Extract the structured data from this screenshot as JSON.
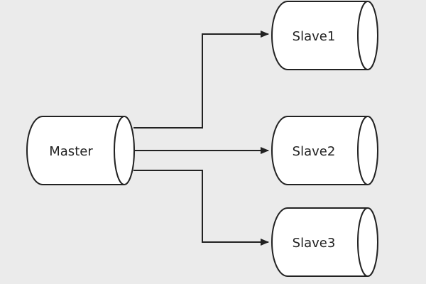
{
  "diagram": {
    "background": "#ebebeb",
    "stroke_color": "#222222",
    "fill_color": "#ffffff",
    "nodes": [
      {
        "id": "master",
        "label": "Master",
        "shape": "cylinder-horizontal"
      },
      {
        "id": "slave1",
        "label": "Slave1",
        "shape": "cylinder-horizontal"
      },
      {
        "id": "slave2",
        "label": "Slave2",
        "shape": "cylinder-horizontal"
      },
      {
        "id": "slave3",
        "label": "Slave3",
        "shape": "cylinder-horizontal"
      }
    ],
    "edges": [
      {
        "from": "master",
        "to": "slave1",
        "arrow": "end"
      },
      {
        "from": "master",
        "to": "slave2",
        "arrow": "end"
      },
      {
        "from": "master",
        "to": "slave3",
        "arrow": "end"
      }
    ]
  }
}
